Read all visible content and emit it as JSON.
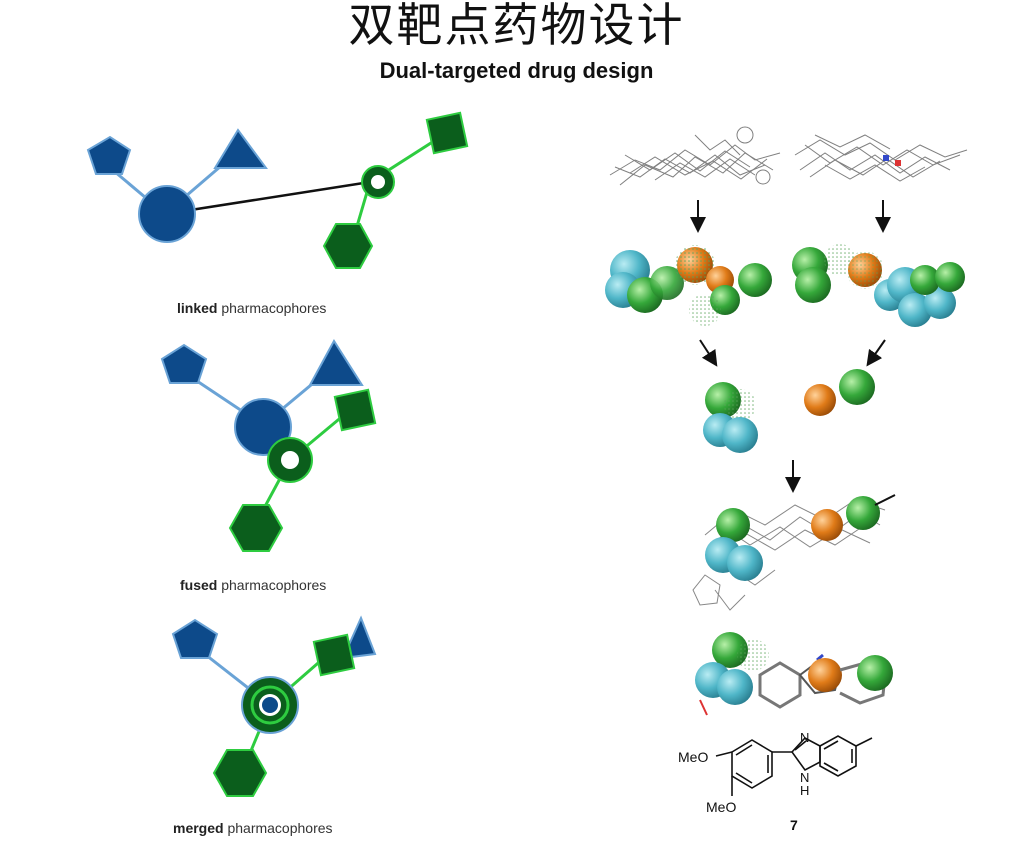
{
  "header": {
    "title_cn": "双靶点药物设计",
    "title_en": "Dual-targeted drug design"
  },
  "captions": [
    {
      "bold": "linked",
      "rest": " pharmacophores"
    },
    {
      "bold": "fused",
      "rest": " pharmacophores"
    },
    {
      "bold": "merged",
      "rest": " pharmacophores"
    }
  ],
  "molecule": {
    "label_meo_top": "MeO",
    "label_meo_bottom": "MeO",
    "label_n": "N",
    "label_nh_n": "N",
    "label_nh_h": "H",
    "compound_number": "7"
  },
  "colors": {
    "blue": "#0d4a8a",
    "blue_light": "#6aa3d6",
    "green": "#0b5e1c",
    "green_bright": "#2ecc40",
    "cyan": "#4fb6c8",
    "orange": "#e07b18",
    "sphere_green": "#35a83a"
  }
}
